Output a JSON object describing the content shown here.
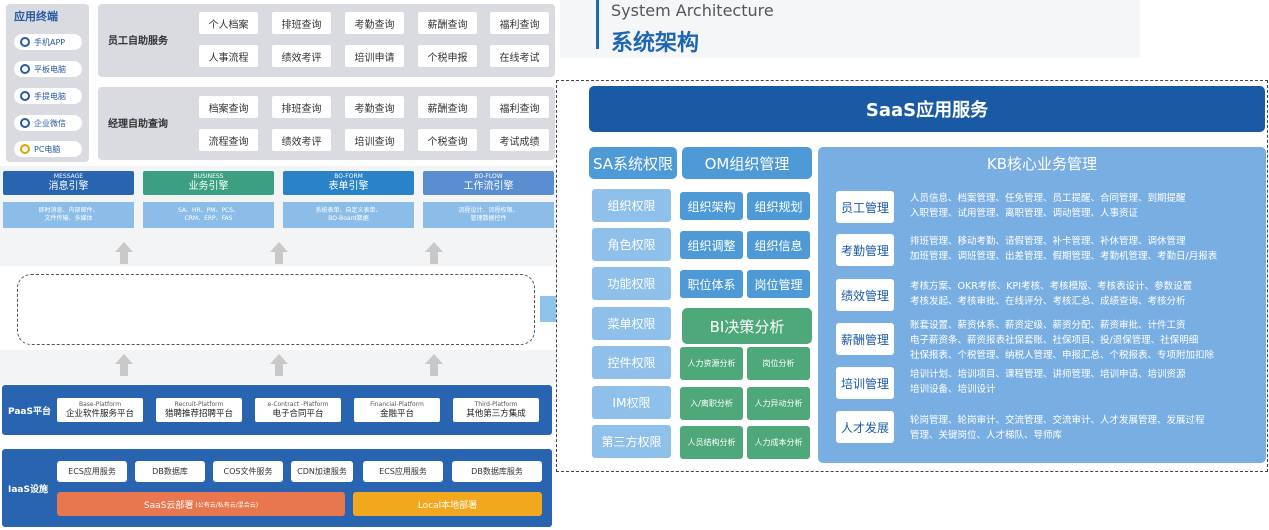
{
  "terminal": {
    "title": "应用终端",
    "items": [
      {
        "label": "手机APP",
        "color": "#2a5aa3"
      },
      {
        "label": "平板电脑",
        "color": "#2a5aa3"
      },
      {
        "label": "手提电脑",
        "color": "#2a5aa3"
      },
      {
        "label": "企业微信",
        "color": "#2a5aa3"
      },
      {
        "label": "PC电脑",
        "color": "#e1a100"
      }
    ]
  },
  "employee_service": {
    "title": "员工自助服务",
    "cells": [
      "个人档案",
      "排班查询",
      "考勤查询",
      "薪酬查询",
      "福利查询",
      "人事流程",
      "绩效考评",
      "培训申请",
      "个税申报",
      "在线考试"
    ]
  },
  "manager_service": {
    "title": "经理自助查询",
    "cells": [
      "档案查询",
      "排班查询",
      "考勤查询",
      "薪酬查询",
      "福利查询",
      "流程查询",
      "绩效考评",
      "培训查询",
      "个税查询",
      "考试成绩"
    ]
  },
  "engines": [
    {
      "en": "MESSAGE",
      "cn": "消息引擎",
      "desc1": "即时消息、内部邮件、",
      "desc2": "文件传输、多媒体",
      "color": "#2864b0"
    },
    {
      "en": "BUSINESS",
      "cn": "业务引擎",
      "desc1": "SA、HR、PM、PCS、",
      "desc2": "CRM、ERP、FAS",
      "color": "#3aa081"
    },
    {
      "en": "BO-FORM",
      "cn": "表单引擎",
      "desc1": "系统表单、自定义表单、",
      "desc2": "BO-Board数据",
      "color": "#2a82c8"
    },
    {
      "en": "BO-FLOW",
      "cn": "工作流引擎",
      "desc1": "流程设计、流程权限、",
      "desc2": "管理数据控件",
      "color": "#5a8ed0"
    }
  ],
  "paas": {
    "title": "PaaS平台",
    "cells": [
      {
        "en": "Base-Platform",
        "cn": "企业软件服务平台"
      },
      {
        "en": "Recruit-Platform",
        "cn": "猎聘推荐招聘平台"
      },
      {
        "en": "e-Contract -Platform",
        "cn": "电子合同平台"
      },
      {
        "en": "Financial-Platform",
        "cn": "金融平台"
      },
      {
        "en": "Third-Platform",
        "cn": "其他第三方集成"
      }
    ]
  },
  "iaas": {
    "title": "IaaS设施",
    "cells": [
      "ECS应用服务",
      "DB数据库",
      "COS文件服务",
      "CDN加速服务",
      "ECS应用服务",
      "DB数据库服务"
    ],
    "saas_deploy": "SaaS云部署",
    "saas_deploy_note": "(公有云/私有云/混合云)",
    "local_deploy": "Local本地部署"
  },
  "section": {
    "en": "System Architecture",
    "cn": "系统架构"
  },
  "saas_service": "SaaS应用服务",
  "sa": {
    "title": "SA系统权限",
    "items": [
      "组织权限",
      "角色权限",
      "功能权限",
      "菜单权限",
      "控件权限",
      "IM权限",
      "第三方权限"
    ]
  },
  "om": {
    "title": "OM组织管理",
    "items": [
      "组织架构",
      "组织规划",
      "组织调整",
      "组织信息",
      "职位体系",
      "岗位管理"
    ]
  },
  "bi": {
    "title": "BI决策分析",
    "items": [
      "人力资源分析",
      "岗位分析",
      "入/离职分析",
      "人力异动分析",
      "人员结构分析",
      "人力成本分析"
    ]
  },
  "kb": {
    "title": "KB核心业务管理",
    "rows": [
      {
        "label": "员工管理",
        "lines": [
          "人员信息、档案管理、任免管理、员工提醒、合同管理、到期提醒",
          "入职管理、试用管理、离职管理、调动管理、人事资证"
        ]
      },
      {
        "label": "考勤管理",
        "lines": [
          "排班管理、移动考勤、请假管理、补卡管理、补休管理、调休管理",
          "加班管理、调班管理、出差管理、假期管理、考勤机管理、考勤日/月报表"
        ]
      },
      {
        "label": "绩效管理",
        "lines": [
          "考核方案、OKR考核、KPI考核、考核模版、考核表设计、参数设置",
          "考核发起、考核审批、在线评分、考核汇总、成绩查询、考核分析"
        ]
      },
      {
        "label": "薪酬管理",
        "lines": [
          "账套设置、薪资体系、薪资定级、薪资分配、薪资审批、计件工资",
          "电子薪资条、薪资报表社保套账、社保项目、投/退保管理、社保明细",
          "社保报表、个税管理、纳税人管理、申报汇总、个税报表、专项附加扣除"
        ]
      },
      {
        "label": "培训管理",
        "lines": [
          "培训计划、培训项目、课程管理、讲师管理、培训申请、培训资源",
          "培训设备、培训设计"
        ]
      },
      {
        "label": "人才发展",
        "lines": [
          "轮岗管理、轮岗审计、交流管理、交流审计、人才发展管理、发展过程",
          "管理、关键岗位、人才梯队、导师库"
        ]
      }
    ]
  }
}
